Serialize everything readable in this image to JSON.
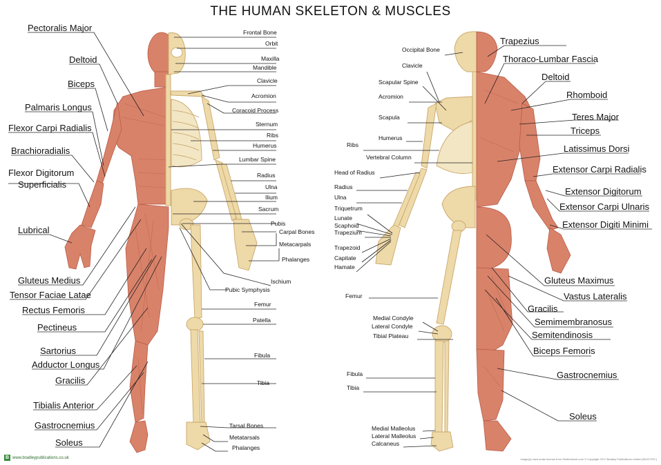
{
  "title": "THE HUMAN SKELETON & MUSCLES",
  "colors": {
    "muscle": "#d9826a",
    "muscle_dark": "#b85a44",
    "bone": "#eed9a8",
    "bone_dark": "#c9a76b",
    "leader": "#222222"
  },
  "front_muscles": [
    "Pectoralis Major",
    "Deltoid",
    "Biceps",
    "Palmaris Longus",
    "Flexor Carpi Radialis",
    "Brachioradialis",
    "Flexor Digitorum",
    "Superficialis",
    "Lubrical",
    "Gluteus Medius",
    "Tensor Faciae Latae",
    "Rectus Femoris",
    "Pectineus",
    "Sartorius",
    "Adductor Longus",
    "Gracilis",
    "Tibialis Anterior",
    "Gastrocnemius",
    "Soleus"
  ],
  "front_bones": [
    "Frontal Bone",
    "Orbit",
    "Maxilla",
    "Mandible",
    "Clavicle",
    "Acromion",
    "Coracoid Process",
    "Sternum",
    "Ribs",
    "Humerus",
    "Lumbar Spine",
    "Radius",
    "Ulna",
    "Ilium",
    "Sacrum",
    "Pubis",
    "Carpal Bones",
    "Metacarpals",
    "Phalanges",
    "Ischium",
    "Pubic Symphysis",
    "Femur",
    "Patella",
    "Fibula",
    "Tibia",
    "Tarsal Bones",
    "Metatarsals",
    "Phalanges"
  ],
  "back_bones": [
    "Occipital Bone",
    "Clavicle",
    "Scapular Spine",
    "Acromion",
    "Scapula",
    "Humerus",
    "Ribs",
    "Vertebral Column",
    "Head of Radius",
    "Radius",
    "Ulna",
    "Triquetrum",
    "Lunate",
    "Scaphoid",
    "Trapezium",
    "Trapezoid",
    "Capitate",
    "Hamate",
    "Femur",
    "Medial Condyle",
    "Lateral Condyle",
    "Tibial Plateau",
    "Fibula",
    "Tibia",
    "Medial Malleolus",
    "Lateral Malleolus",
    "Calcaneus"
  ],
  "back_muscles": [
    "Trapezius",
    "Thoraco-Lumbar Fascia",
    "Deltoid",
    "Rhomboid",
    "Teres Major",
    "Triceps",
    "Latissimus Dorsi",
    "Extensor Carpi Radialis",
    "Extensor Digitorum",
    "Extensor Carpi Ulnaris",
    "Extensor Digiti Minimi",
    "Gluteus Maximus",
    "Vastus Lateralis",
    "Gracilis",
    "Semimembranosus",
    "Semitendinosis",
    "Biceps Femoris",
    "Gastrocnemius",
    "Soleus"
  ],
  "footer": {
    "logo": "B",
    "site": "www.bradleypublications.co.uk",
    "copyright": "Image(s) used under license from Shutterstock.com  © Copyright 2017 Bradley Publications Limited (B10179TL)"
  }
}
